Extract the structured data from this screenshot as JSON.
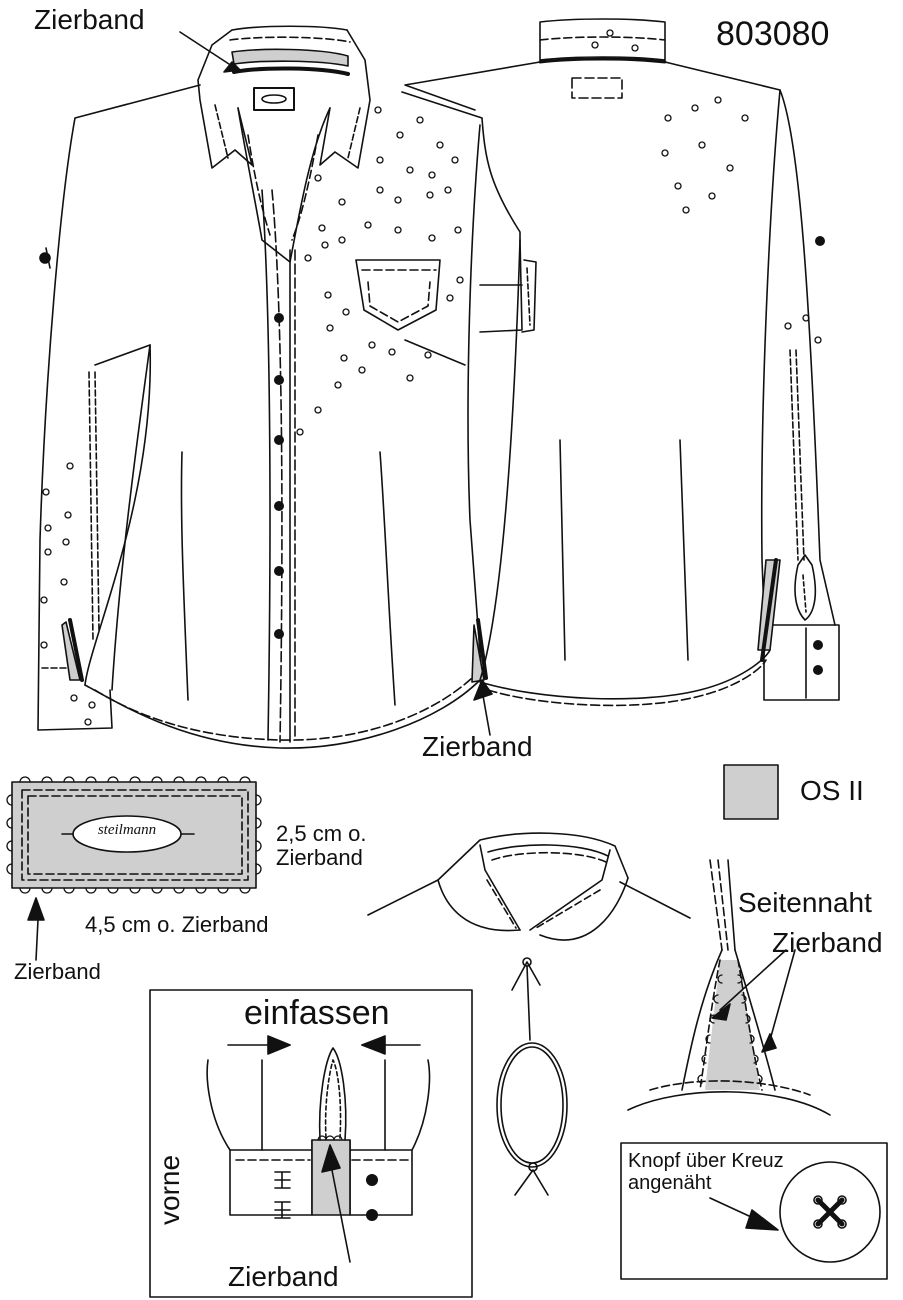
{
  "style_code": "803080",
  "colors": {
    "line": "#111111",
    "fill_os2": "#cfcfcf",
    "background": "#ffffff"
  },
  "labels": {
    "zierband_collar": "Zierband",
    "zierband_hem": "Zierband",
    "zierband_label": "Zierband",
    "zierband_cuff": "Zierband",
    "os_legend": "OS II",
    "label_height": "2,5 cm o. Zierband",
    "label_width": "4,5 cm o. Zierband",
    "einfassen": "einfassen",
    "vorne": "vorne",
    "seitennaht": "Seitennaht",
    "zierband_seam": "Zierband",
    "button_note": "Knopf über Kreuz angenäht"
  },
  "brand_label": {
    "text": "steilmann"
  }
}
